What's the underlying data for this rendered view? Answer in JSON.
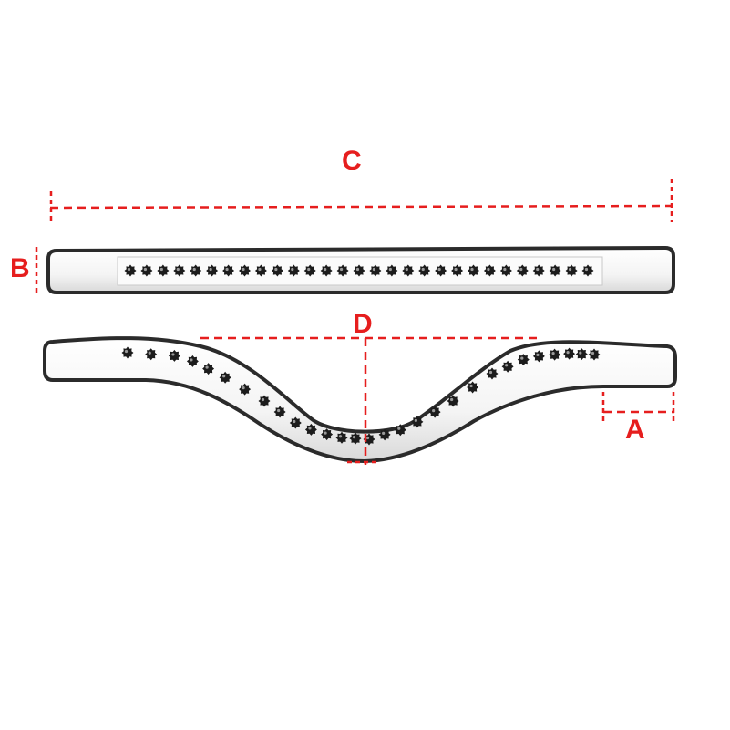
{
  "colors": {
    "dimension": "#e61e1e",
    "band_outline": "#2b2b2b",
    "band_fill": "#f7f7f7",
    "crystal": "#1c1c1c"
  },
  "labels": {
    "a": "A",
    "b": "B",
    "c": "C",
    "d": "D"
  },
  "icons": {
    "crystal": "crystal-stone-icon"
  }
}
